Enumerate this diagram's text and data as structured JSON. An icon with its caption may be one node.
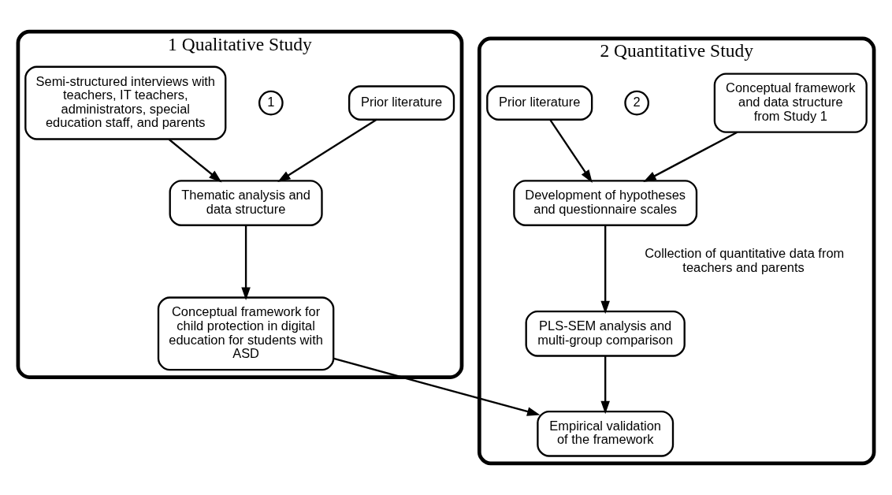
{
  "diagram": {
    "nodes": [
      {
        "text": [
          "1 Qualitative Study"
        ]
      },
      {
        "text": [
          "1"
        ],
        "in": 0
      },
      {
        "text": [
          "Prior literature"
        ],
        "in": 0
      },
      {
        "text": [
          "Semi-structured interviews with teachers, IT teachers, administrators, special education staff, and parents"
        ],
        "in": 0
      },
      {
        "text": [
          "Thematic analysis and data structure"
        ],
        "in": 0
      },
      {
        "text": [
          "Conceptual framework for child protection in digital education for students with ASD"
        ],
        "in": 0
      },
      {
        "text": [
          "2 Quantitative Study"
        ]
      },
      {
        "text": [
          "2"
        ],
        "in": 6
      },
      {
        "text": [
          "Conceptual framework and data structure from Study 1"
        ],
        "in": 6
      },
      {
        "text": [
          "Prior literature"
        ],
        "in": 6
      },
      {
        "text": [
          "Development of hypotheses and questionnaire scales"
        ],
        "in": 6
      },
      {
        "text": [
          "PLS-SEM analysis and multi-group comparison"
        ],
        "in": 6
      },
      {
        "text": [
          "Empirical validation of the framework"
        ],
        "in": 6
      }
    ],
    "edges": [
      {
        "from": 2,
        "to": 4,
        "arrow": "to"
      },
      {
        "from": 3,
        "to": 4,
        "arrow": "to"
      },
      {
        "from": 4,
        "to": 5,
        "arrow": "to"
      },
      {
        "from": 8,
        "to": 10,
        "arrow": "to"
      },
      {
        "from": 9,
        "to": 10,
        "arrow": "to"
      },
      {
        "from": 10,
        "to": 11,
        "arrow": "to",
        "label": "Collection of quantitative data from teachers and parents"
      },
      {
        "from": 11,
        "to": 12,
        "arrow": "to"
      },
      {
        "from": 5,
        "to": 12,
        "arrow": "to"
      }
    ]
  }
}
